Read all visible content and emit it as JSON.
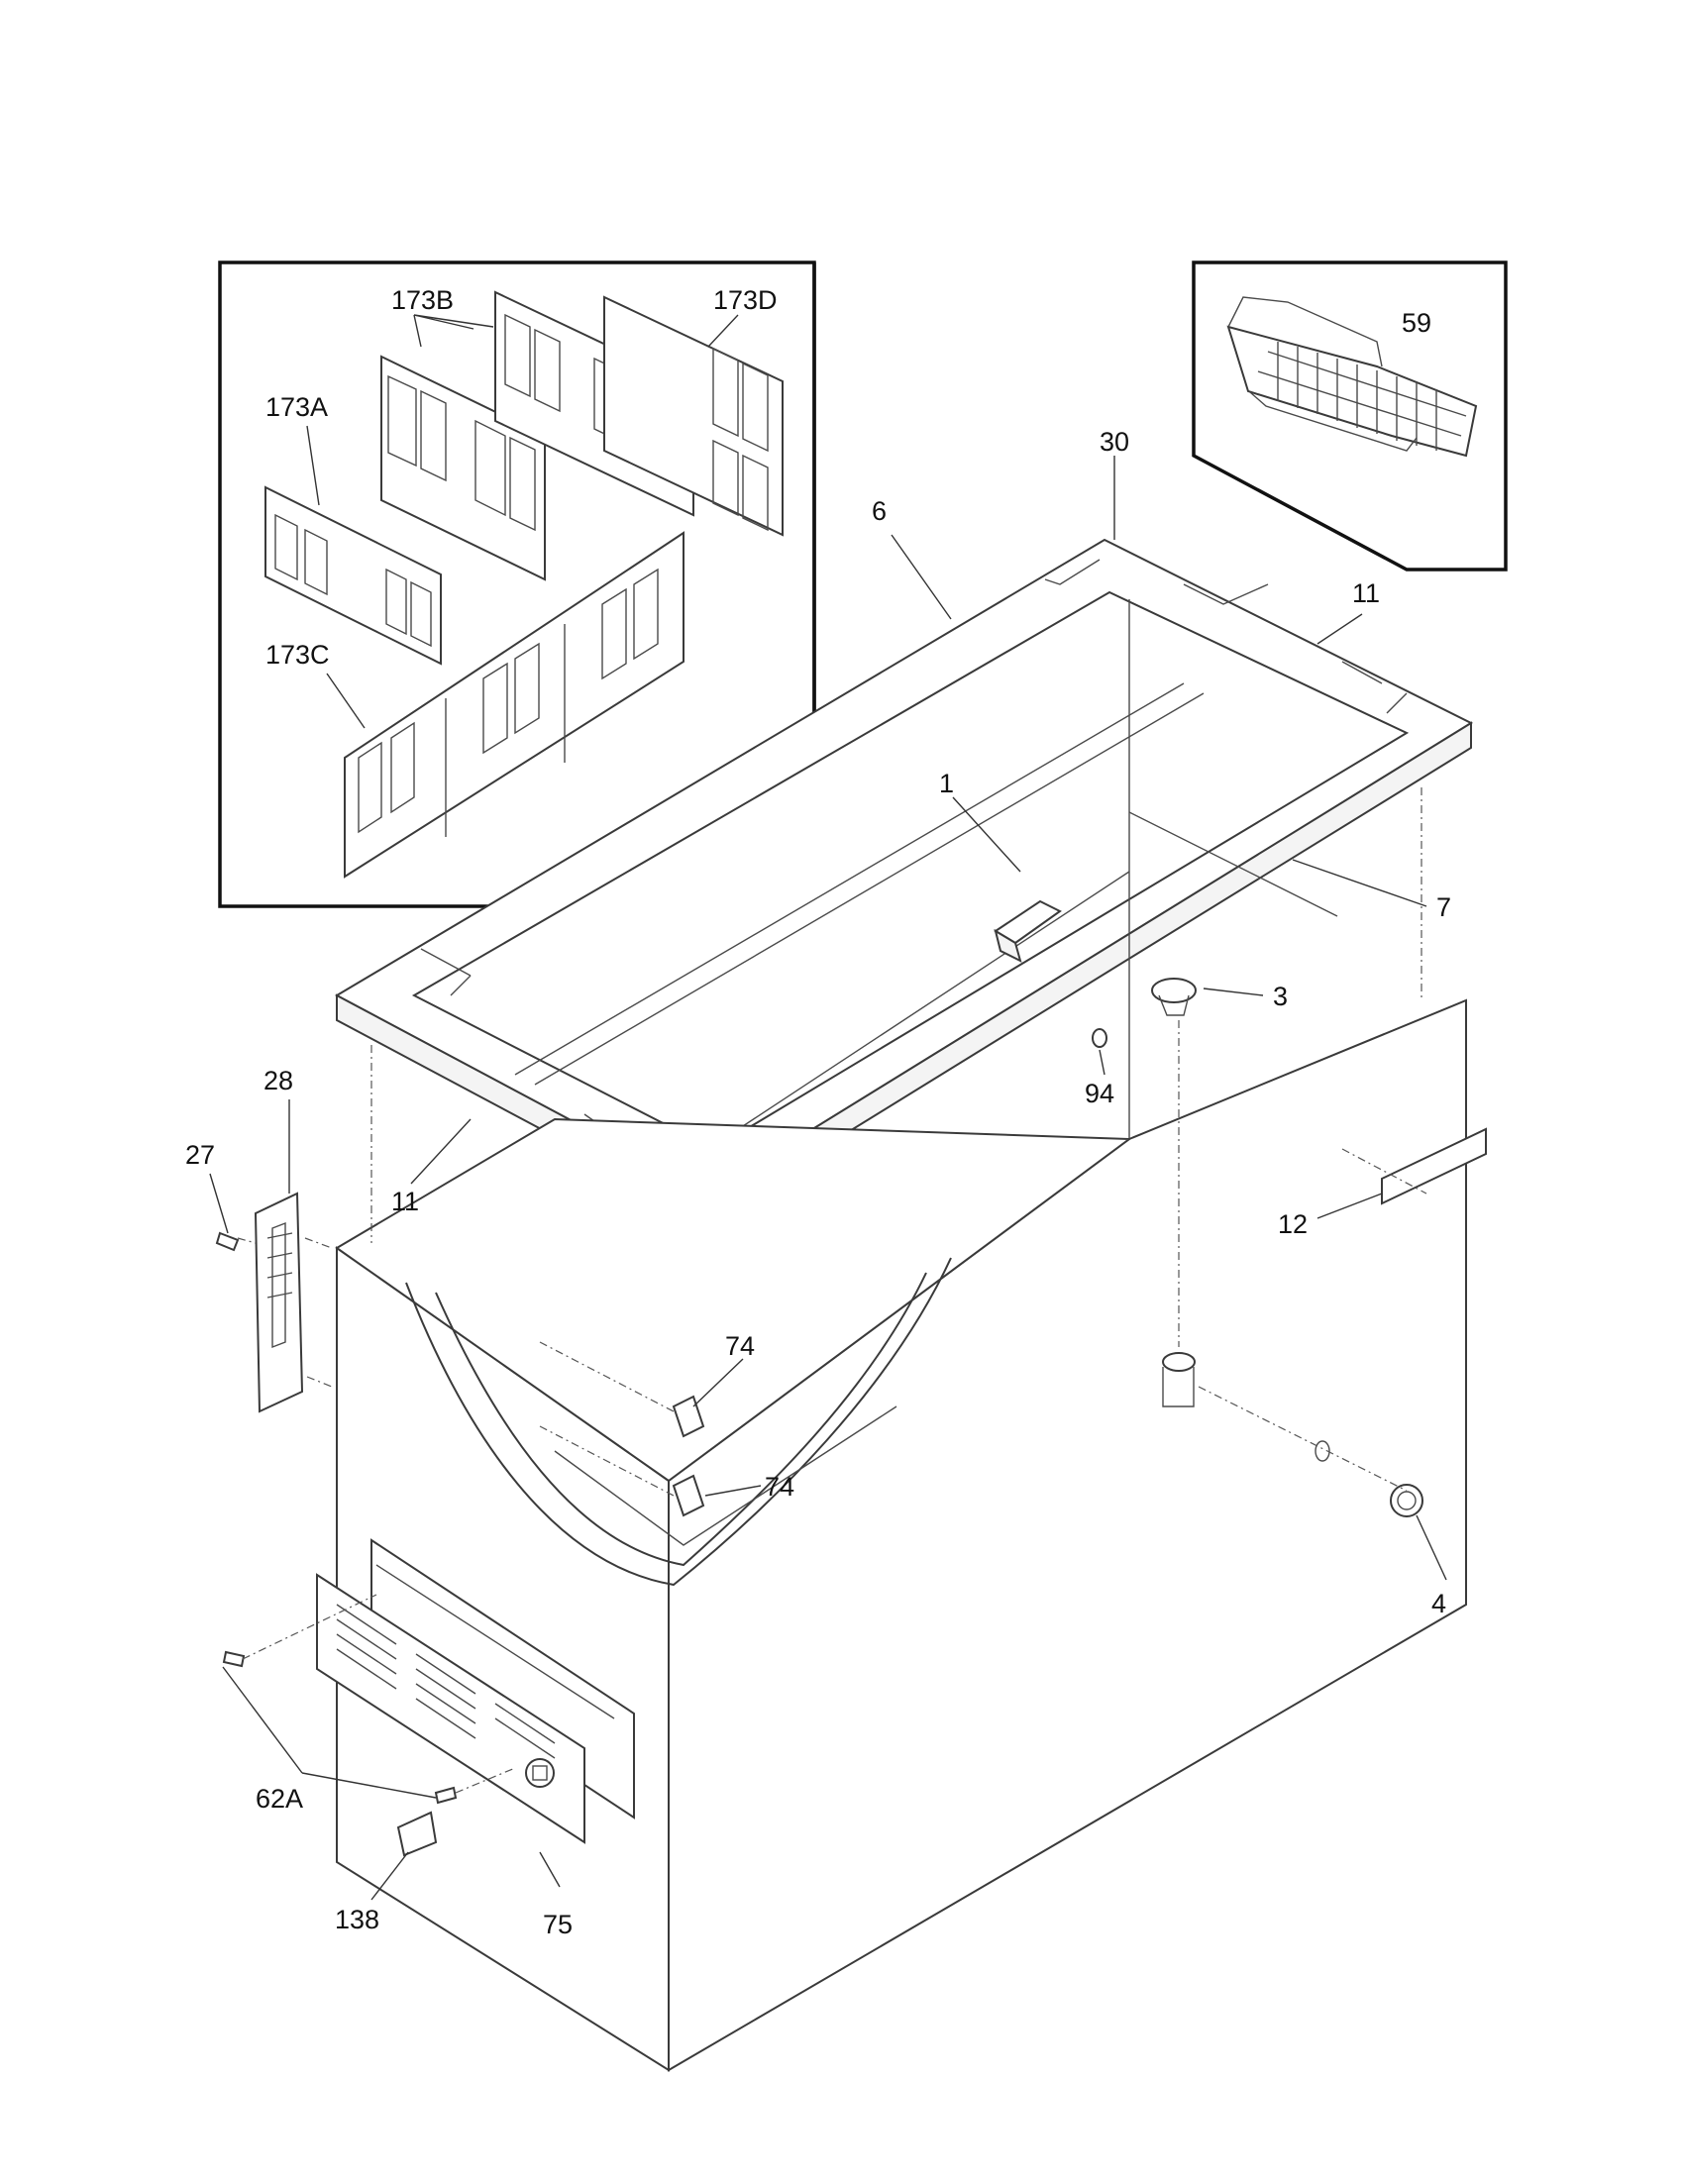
{
  "diagram": {
    "labels": {
      "p173A": "173A",
      "p173B": "173B",
      "p173C": "173C",
      "p173D": "173D",
      "p59": "59",
      "p30": "30",
      "p6": "6",
      "p11a": "11",
      "p11b": "11",
      "p1": "1",
      "p7": "7",
      "p3": "3",
      "p94": "94",
      "p12": "12",
      "p28": "28",
      "p27": "27",
      "p74a": "74",
      "p74b": "74",
      "p4": "4",
      "p62A": "62A",
      "p138": "138",
      "p75": "75"
    }
  }
}
